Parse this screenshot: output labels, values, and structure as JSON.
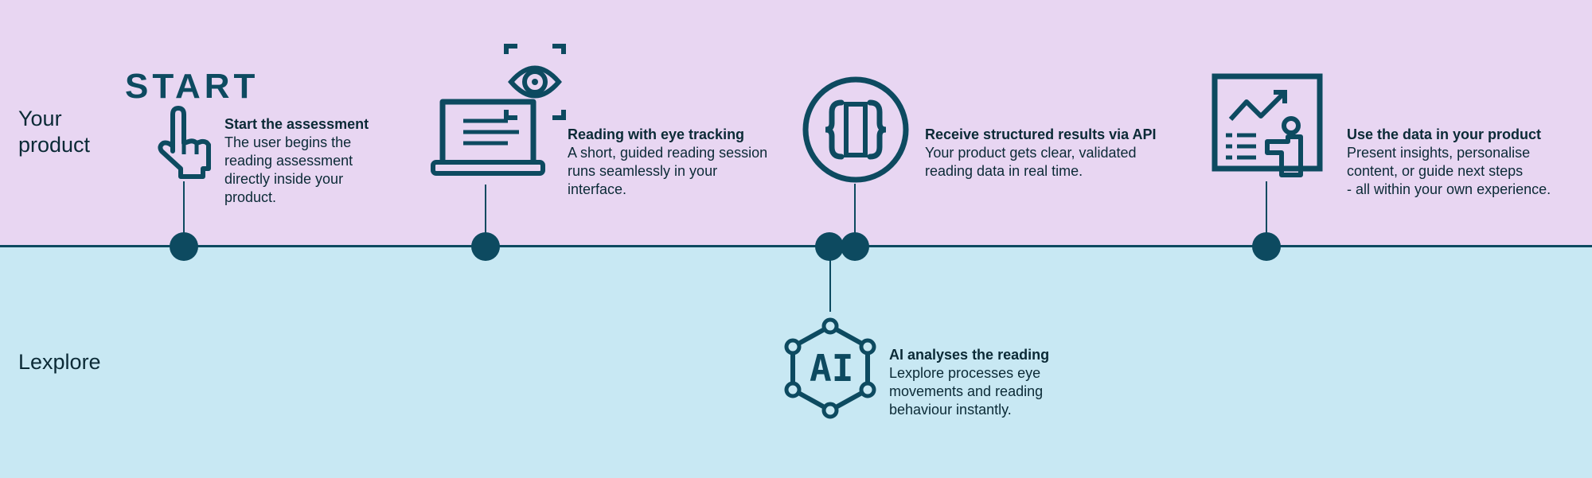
{
  "lanes": {
    "top": "Your\nproduct",
    "bottom": "Lexplore"
  },
  "steps": [
    {
      "title": "Start the assessment",
      "description": "The user begins the\nreading assessment\ndirectly inside your\nproduct.",
      "icon": "start-pointer-icon",
      "icon_text": "START"
    },
    {
      "title": "Reading with eye tracking",
      "description": "A short, guided reading session\nruns seamlessly in your\ninterface.",
      "icon": "laptop-eye-tracking-icon"
    },
    {
      "title": "Receive structured results via API",
      "description": "Your product gets clear, validated\nreading data in real time.",
      "icon": "api-braces-icon"
    },
    {
      "title": "Use the data in your product",
      "description": "Present insights, personalise\ncontent, or guide next steps\n- all within your own experience.",
      "icon": "dashboard-presenter-icon"
    },
    {
      "title": "AI analyses the reading",
      "description": "Lexplore processes eye\nmovements and reading\nbehaviour instantly.",
      "icon": "ai-network-icon",
      "icon_text": "AI"
    }
  ],
  "colors": {
    "top_band": "#E8D6F2",
    "bottom_band": "#C8E8F3",
    "accent": "#0D4A60",
    "text": "#0B2A36"
  }
}
